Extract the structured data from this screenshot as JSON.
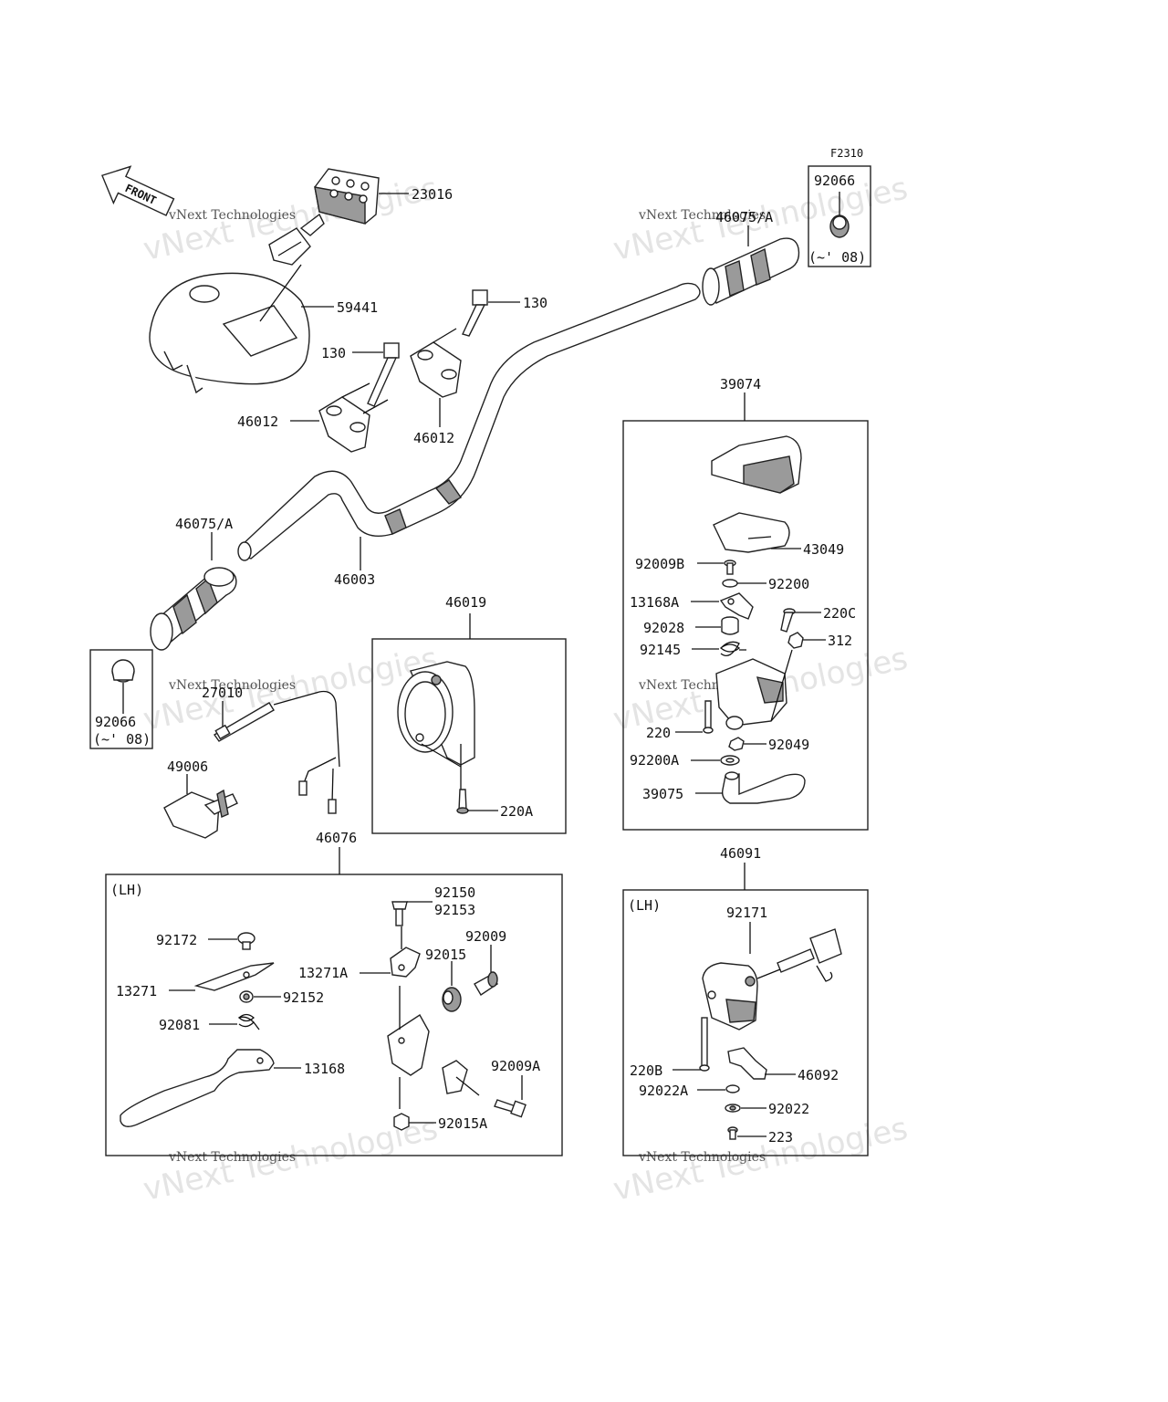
{
  "figure_code": "F2310",
  "front_label": "FRONT",
  "watermark": {
    "big": "vNext Technologies",
    "small": "vNext Technologies"
  },
  "parts": {
    "p23016": "23016",
    "p59441": "59441",
    "p130a": "130",
    "p130b": "130",
    "p46012a": "46012",
    "p46012b": "46012",
    "p46075a_top": "46075/A",
    "p46075a_left": "46075/A",
    "p46003": "46003",
    "p92066_top": "92066",
    "p92066_top_note": "(~' 08)",
    "p92066_left": "92066",
    "p92066_left_note": "(~' 08)",
    "p27010": "27010",
    "p49006": "49006",
    "p46019": "46019",
    "p220A": "220A",
    "p39074": "39074",
    "p43049": "43049",
    "p92009B": "92009B",
    "p92200": "92200",
    "p13168A": "13168A",
    "p220C": "220C",
    "p92028": "92028",
    "p312": "312",
    "p92145": "92145",
    "p220": "220",
    "p92049": "92049",
    "p92200A": "92200A",
    "p39075": "39075",
    "p46076": "46076",
    "lh1": "(LH)",
    "p92150": "92150",
    "p92153": "92153",
    "p92009": "92009",
    "p92172": "92172",
    "p13271A": "13271A",
    "p92015": "92015",
    "p13271": "13271",
    "p92152": "92152",
    "p92081": "92081",
    "p13168": "13168",
    "p92009A": "92009A",
    "p92015A": "92015A",
    "p46091": "46091",
    "lh2": "(LH)",
    "p92171": "92171",
    "p220B": "220B",
    "p46092": "46092",
    "p92022A": "92022A",
    "p92022": "92022",
    "p223": "223"
  }
}
